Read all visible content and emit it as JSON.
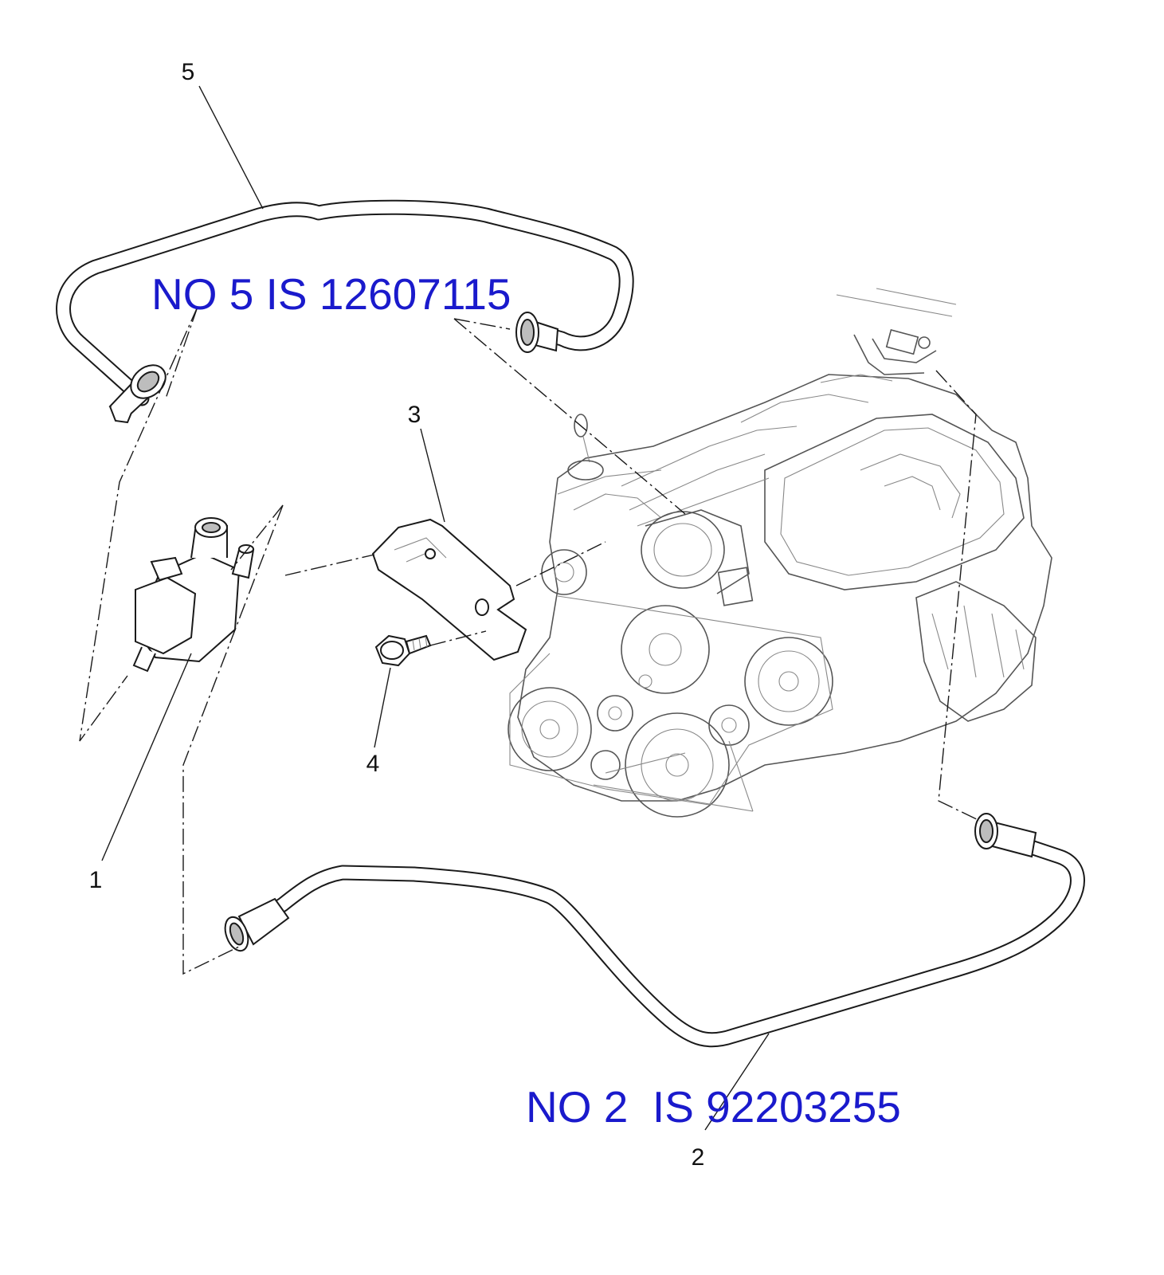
{
  "callouts": {
    "c1": "1",
    "c2": "2",
    "c3": "3",
    "c4": "4",
    "c5": "5"
  },
  "notes": {
    "part5": "NO 5 IS 12607115",
    "part2": "NO 2  IS 92203255"
  },
  "colors": {
    "note_text": "#1a1acc",
    "line_art": "#1a1a1a",
    "engine_art": "#555555"
  }
}
